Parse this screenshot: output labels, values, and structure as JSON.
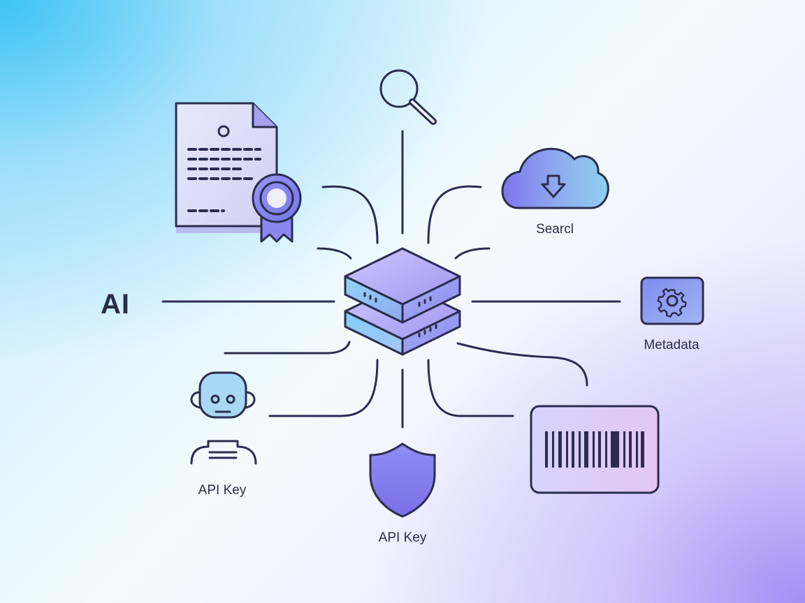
{
  "labels": {
    "ai": "AI",
    "search": "Searcl",
    "metadata": "Metadata",
    "api_key_bot": "API Key",
    "api_key_shield": "API Key"
  },
  "colors": {
    "stroke": "#2b2d4f",
    "accent_purple": "#8a82f0",
    "accent_blue": "#79c9f2",
    "paper": "#dfe0f7"
  },
  "icons": [
    "document-certificate-icon",
    "magnifier-icon",
    "cloud-download-icon",
    "gear-icon",
    "server-stack-icon",
    "robot-avatar-icon",
    "shield-icon",
    "barcode-icon"
  ]
}
